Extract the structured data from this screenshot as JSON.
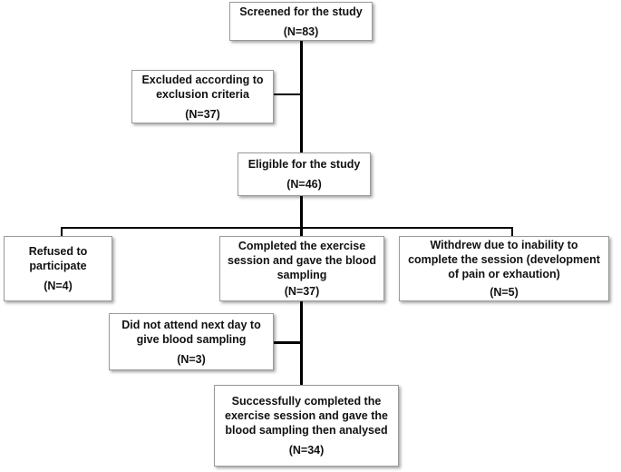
{
  "flowchart": {
    "screened": {
      "title": "Screened for the study",
      "count": "(N=83)"
    },
    "excluded": {
      "line1": "Excluded according to",
      "line2": "exclusion criteria",
      "count": "(N=37)"
    },
    "eligible": {
      "title": "Eligible for the study",
      "count": "(N=46)"
    },
    "refused": {
      "line1": "Refused to",
      "line2": "participate",
      "count": "(N=4)"
    },
    "completed_session": {
      "line1": "Completed the exercise",
      "line2": "session and gave the blood",
      "line3": "sampling",
      "count": "(N=37)"
    },
    "withdrew": {
      "line1": "Withdrew due to inability to",
      "line2": "complete the session (development",
      "line3": "of pain or exhaution)",
      "count": "(N=5)"
    },
    "did_not_attend": {
      "line1": "Did not attend next day to",
      "line2": "give blood sampling",
      "count": "(N=3)"
    },
    "successfully_completed": {
      "line1": "Successfully completed the",
      "line2": "exercise session and gave the",
      "line3": "blood sampling then analysed",
      "count": "(N=34)"
    }
  }
}
